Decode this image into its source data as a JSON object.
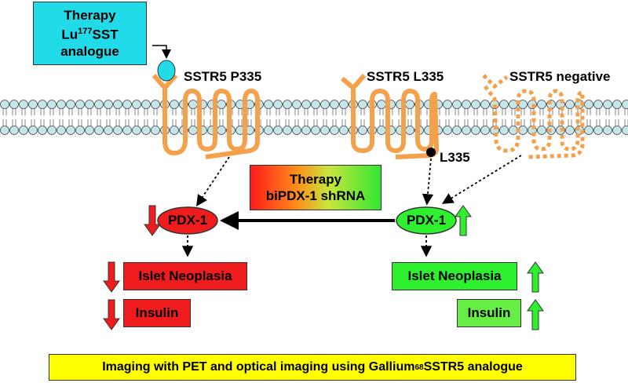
{
  "therapy_box": {
    "line1": "Therapy",
    "line2_pre": "Lu",
    "line2_sup": "177",
    "line2_post": "SST",
    "line3": "analogue"
  },
  "receptors": {
    "p335": "SSTR5 P335",
    "l335": "SSTR5 L335",
    "negative": "SSTR5 negative",
    "l335_marker": "L335"
  },
  "shrna_box": {
    "line1": "Therapy",
    "line2": "biPDX-1 shRNA"
  },
  "pdx_left": "PDX-1",
  "pdx_right": "PDX-1",
  "left_outputs": {
    "neoplasia": "Islet Neoplasia",
    "insulin": "Insulin"
  },
  "right_outputs": {
    "neoplasia": "Islet Neoplasia",
    "insulin": "Insulin"
  },
  "imaging_box": {
    "pre": "Imaging with PET and optical imaging using Gallium",
    "sup": "68",
    "post": "SSTR5 analogue"
  },
  "colors": {
    "receptor": "#f5a04a",
    "membrane_head": "#c4e6ea",
    "red": "#ee1c1c",
    "green": "#2ef02e",
    "cyan": "#22dbe8",
    "yellow": "#ffff00"
  }
}
